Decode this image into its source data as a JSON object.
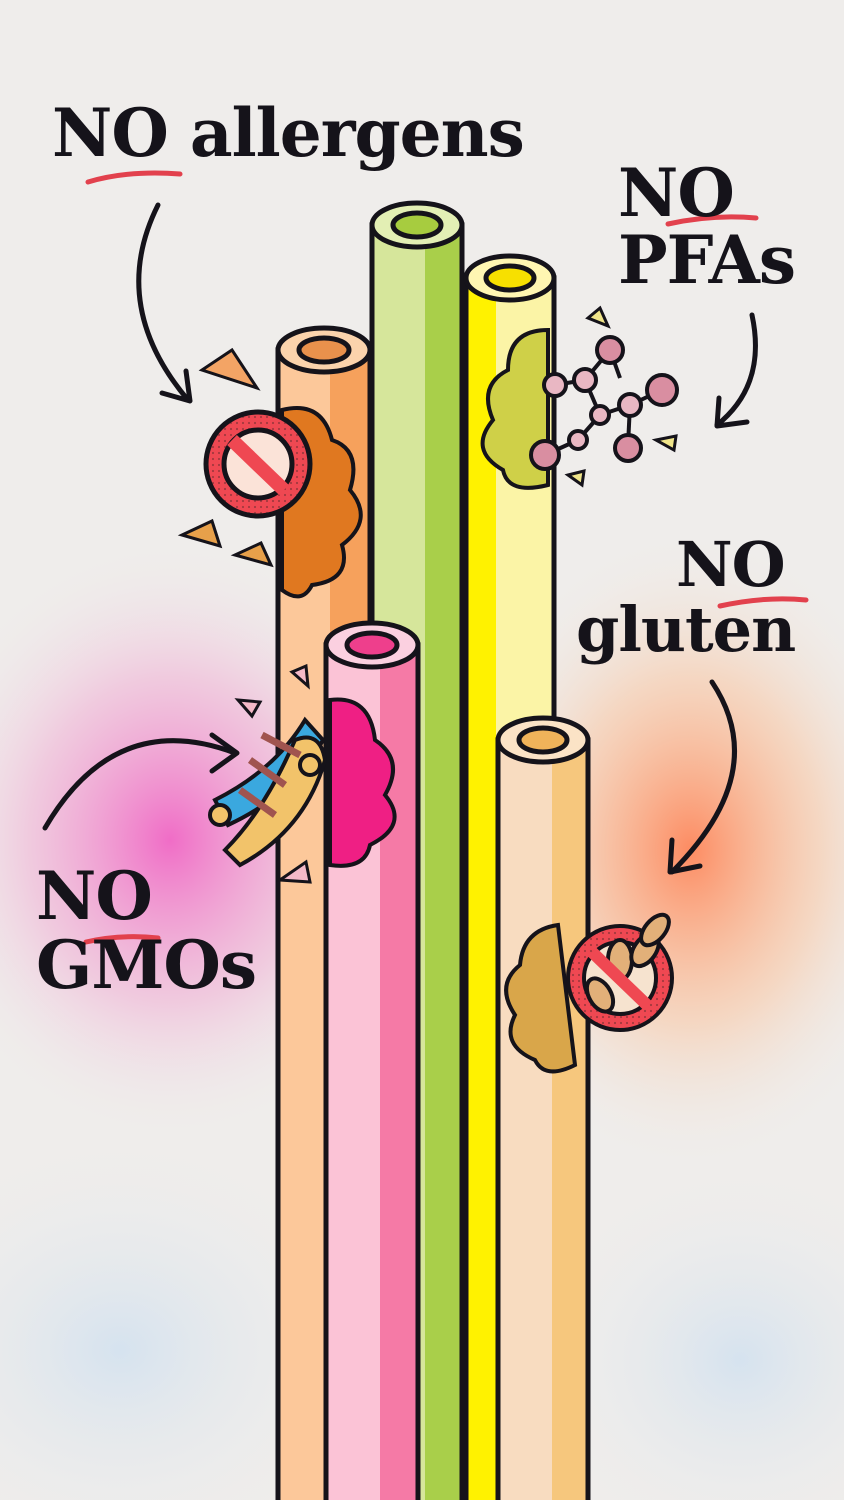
{
  "labels": {
    "allergens": {
      "no": "NO",
      "word": "allergens"
    },
    "pfas": {
      "no": "NO",
      "word": "PFAs"
    },
    "gluten": {
      "no": "NO",
      "word": "gluten"
    },
    "gmos": {
      "no": "NO",
      "word": "GMOs"
    }
  },
  "colors": {
    "background": "#efedeb",
    "ink": "#15131a",
    "underline": "#e2414d",
    "straw_orange": "#f6a96a",
    "straw_green": "#c7dc82",
    "straw_yellow": "#fde54a",
    "straw_pink": "#f79bbd",
    "straw_cream": "#f7cf95"
  },
  "icons": [
    "no-symbol-icon",
    "molecule-icon",
    "dna-icon",
    "wheat-icon"
  ]
}
